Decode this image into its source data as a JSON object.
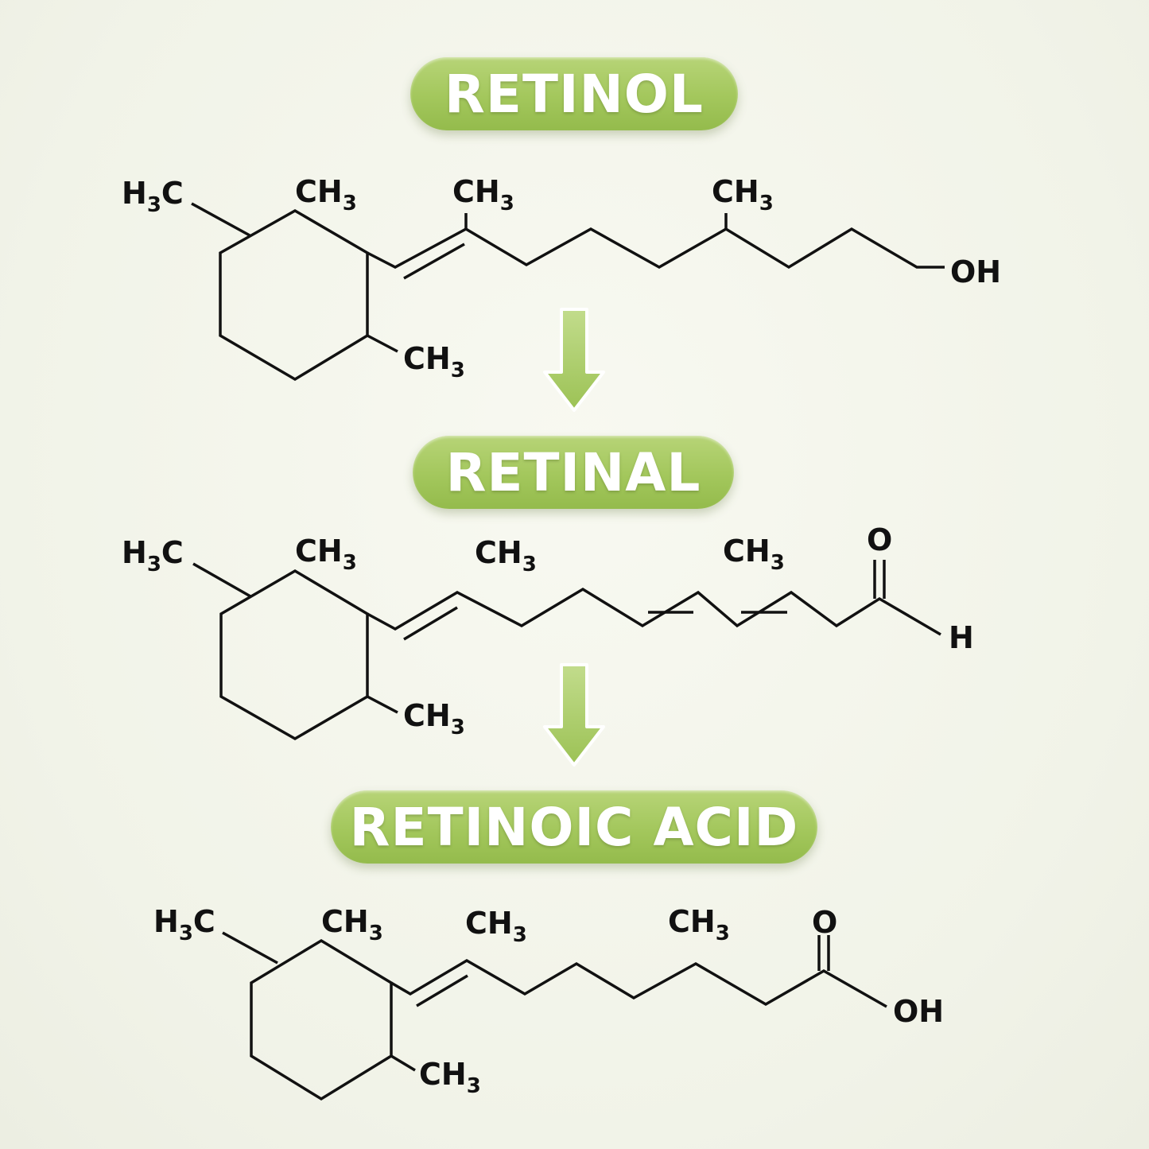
{
  "compounds": [
    {
      "name": "RETINOL",
      "labels": {
        "h3c": "H",
        "h3c_sub": "3",
        "h3c_c": "C",
        "ch3_ring_top": "CH",
        "ch3_chain1": "CH",
        "ch3_chain2": "CH",
        "ch3_ring_bottom": "CH",
        "sub3": "3",
        "terminal": "OH"
      }
    },
    {
      "name": "RETINAL",
      "labels": {
        "h3c": "H",
        "h3c_sub": "3",
        "h3c_c": "C",
        "ch3_ring_top": "CH",
        "ch3_chain1": "CH",
        "ch3_chain2": "CH",
        "ch3_ring_bottom": "CH",
        "sub3": "3",
        "oxygen": "O",
        "hydrogen": "H"
      }
    },
    {
      "name": "RETINOIC ACID",
      "labels": {
        "h3c": "H",
        "h3c_sub": "3",
        "h3c_c": "C",
        "ch3_ring_top": "CH",
        "ch3_chain1": "CH",
        "ch3_chain2": "CH",
        "ch3_ring_bottom": "CH",
        "sub3": "3",
        "oxygen": "O",
        "hydroxyl": "OH"
      }
    }
  ],
  "arrows": [
    {
      "icon": "down-arrow-icon",
      "color": "#a6c965"
    },
    {
      "icon": "down-arrow-icon",
      "color": "#a6c965"
    }
  ],
  "colors": {
    "accent": "#a6c965",
    "bond": "#111111",
    "background": "#f3f4ea"
  }
}
